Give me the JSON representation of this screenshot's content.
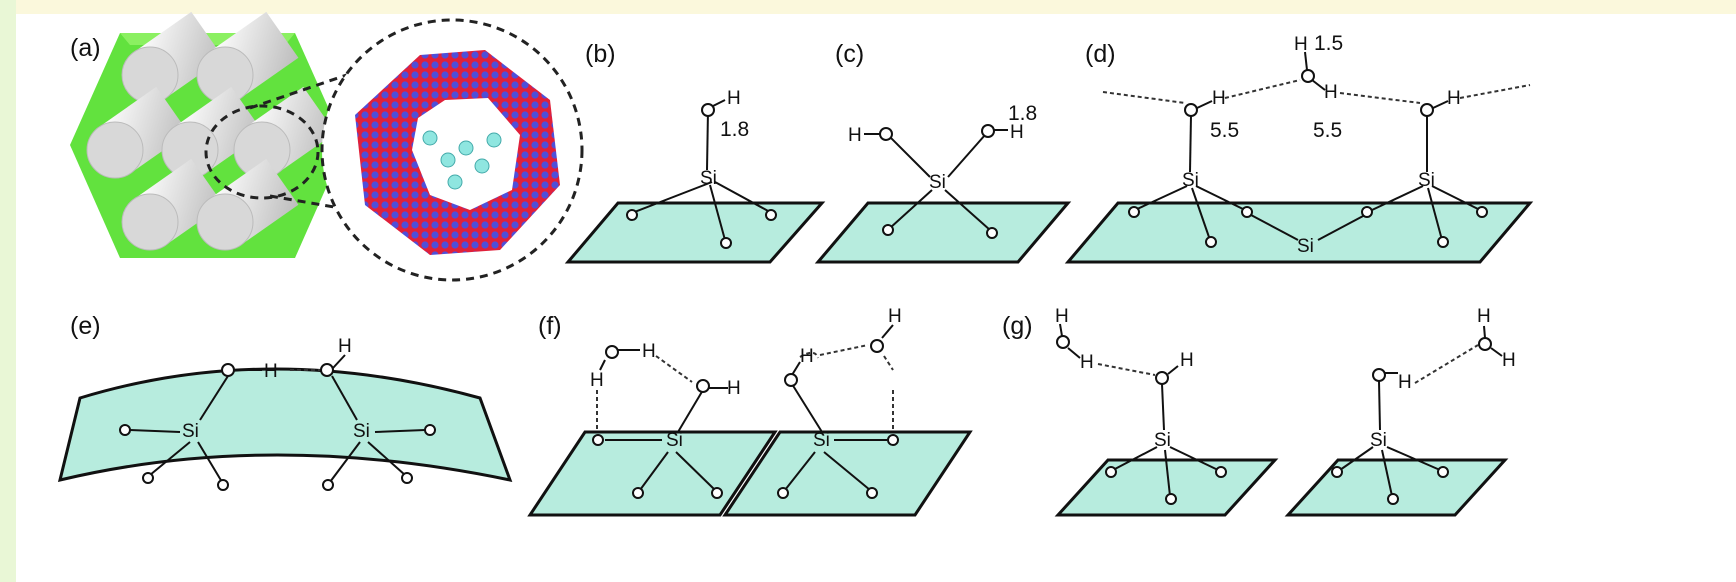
{
  "panels": {
    "a": {
      "label": "(a)"
    },
    "b": {
      "label": "(b)",
      "atoms": {
        "si": "Si",
        "h": "H"
      },
      "distance": "1.8"
    },
    "c": {
      "label": "(c)",
      "atoms": {
        "si": "Si",
        "h1": "H",
        "h2": "H"
      },
      "distance": "1.8"
    },
    "d": {
      "label": "(d)",
      "atoms": {
        "si1": "Si",
        "si2": "Si",
        "si3": "Si",
        "h_top": "H",
        "h_w": "H",
        "h_l": "H",
        "h_r": "H"
      },
      "distances": {
        "top": "1.5",
        "left": "5.5",
        "right": "5.5"
      }
    },
    "e": {
      "label": "(e)",
      "atoms": {
        "si1": "Si",
        "si2": "Si",
        "h1": "H",
        "h2": "H"
      }
    },
    "f": {
      "label": "(f)",
      "atoms": {
        "si1": "Si",
        "si2": "Si",
        "h1": "H",
        "h2": "H",
        "h3": "H",
        "h4": "H",
        "h5": "H"
      }
    },
    "g": {
      "label": "(g)",
      "atoms": {
        "si1": "Si",
        "si2": "Si",
        "h1": "H",
        "h2": "H",
        "h3": "H",
        "h4": "H",
        "h5": "H",
        "h6": "H"
      }
    }
  },
  "colors": {
    "hex_prism": "#62e23e",
    "cylinder": "#dcdcdc",
    "surface": "#b7ecde",
    "pore_wall_red": "#e0203a",
    "pore_wall_blue": "#4f4fd8",
    "pore_cyan": "#8fe6e0"
  }
}
